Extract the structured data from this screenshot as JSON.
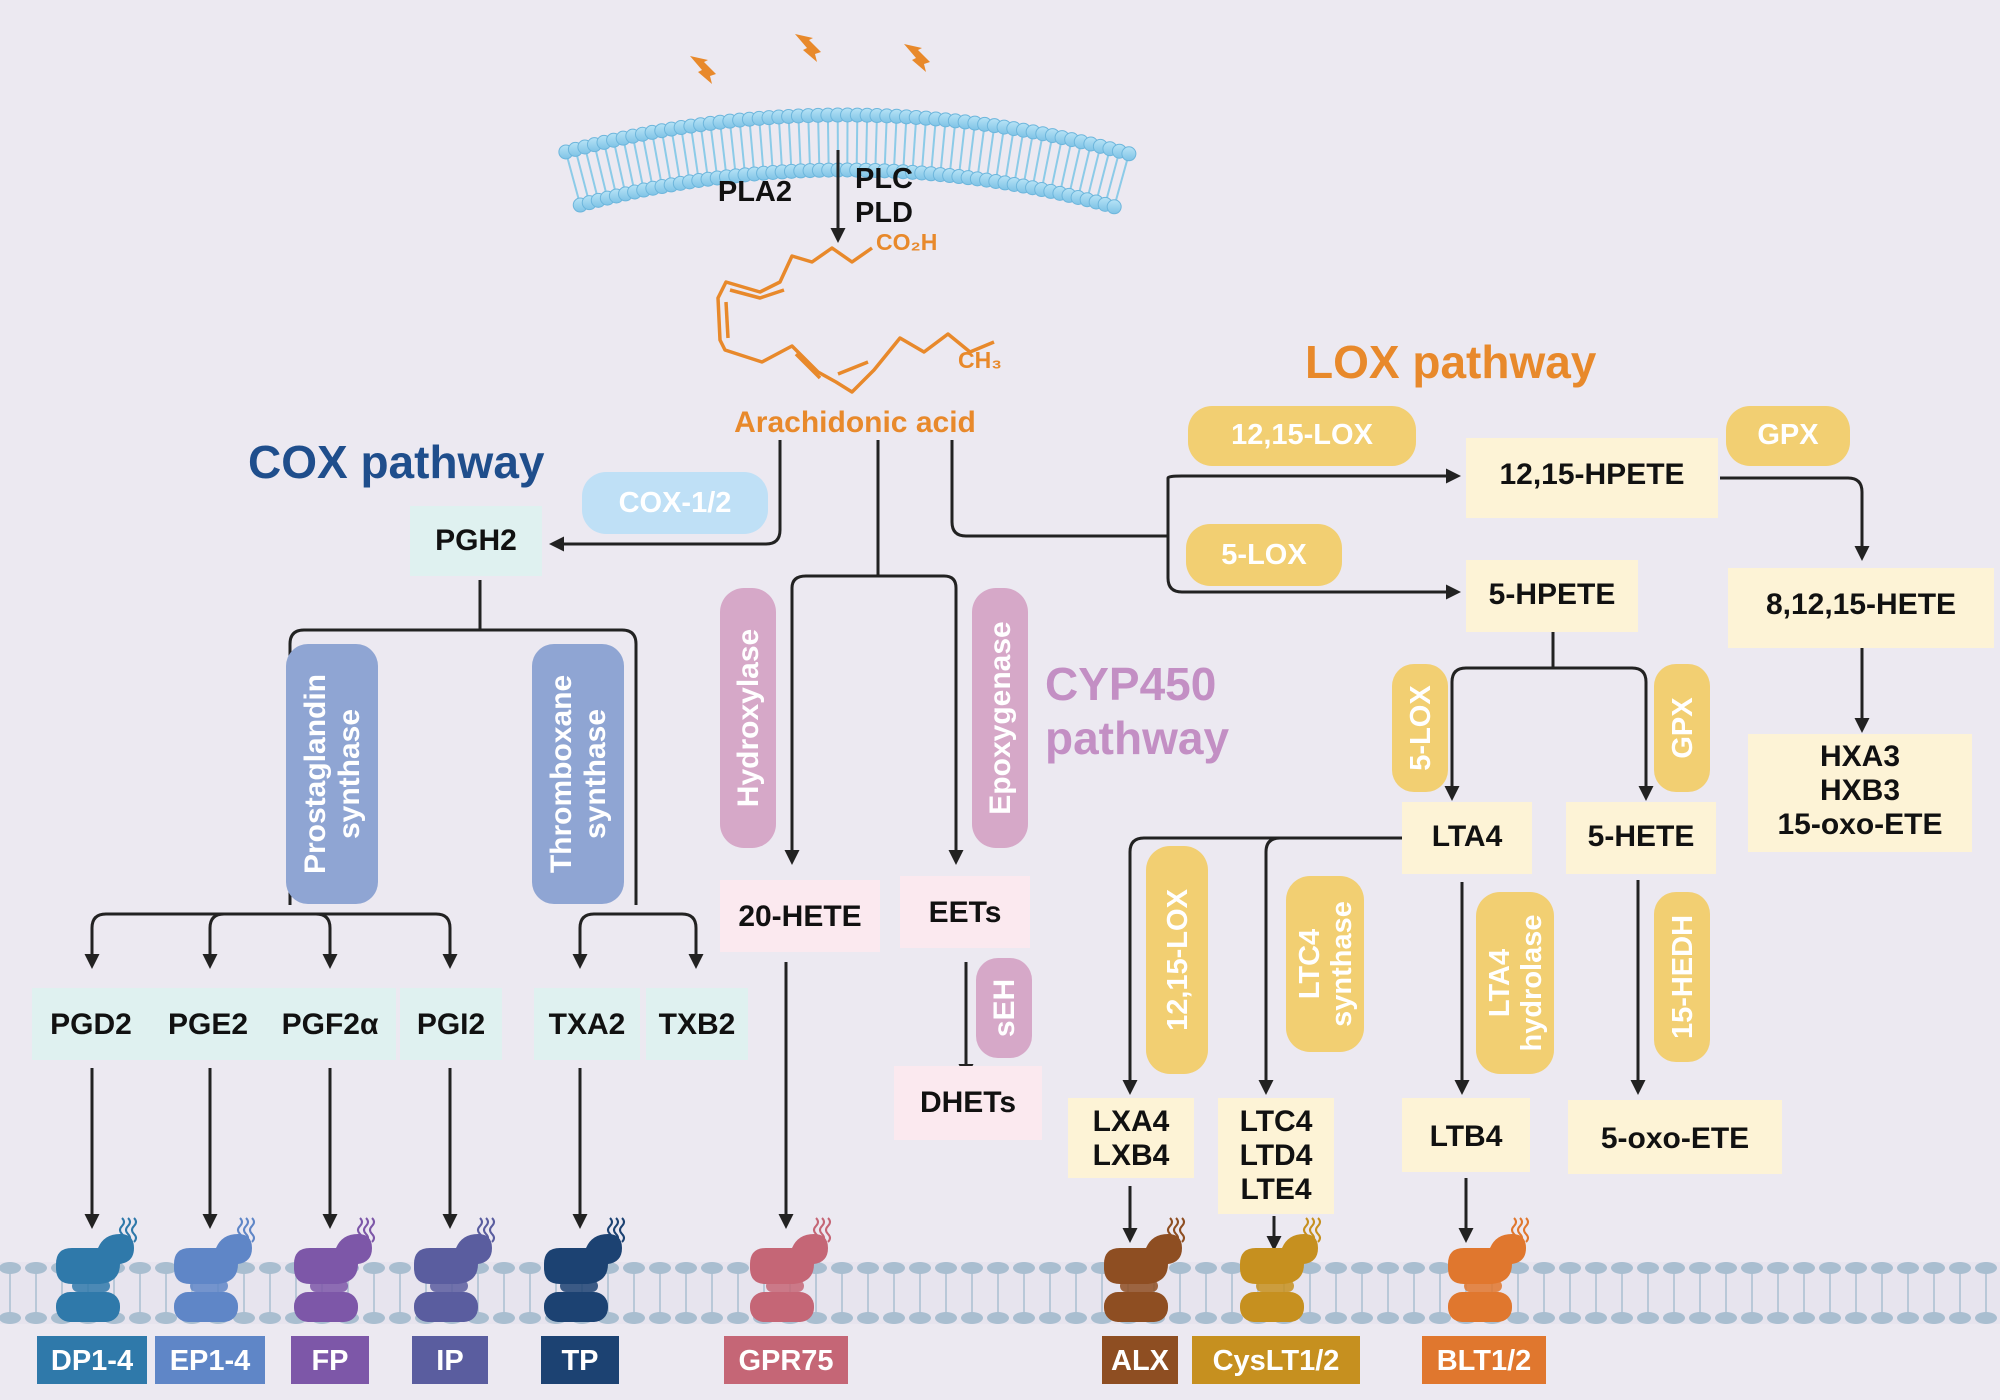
{
  "membrane": {
    "enzymes_left": "PLA2",
    "enzymes_right": [
      "PLC",
      "PLD"
    ]
  },
  "molecule": {
    "carboxyl": "CO₂H",
    "methyl": "CH₃",
    "name": "Arachidonic acid"
  },
  "pathways": {
    "cox": {
      "title": "COX pathway",
      "enzyme": "COX-1/2",
      "intermediate": "PGH2",
      "synthases": [
        "Prostaglandin synthase",
        "Thromboxane synthase"
      ],
      "products": [
        "PGD2",
        "PGE2",
        "PGF2α",
        "PGI2",
        "TXA2",
        "TXB2"
      ],
      "receptors": [
        "DP1-4",
        "EP1-4",
        "FP",
        "IP",
        "TP"
      ]
    },
    "cyp": {
      "title_line1": "CYP450",
      "title_line2": "pathway",
      "enzymes": [
        "Hydroxylase",
        "Epoxygenase",
        "sEH"
      ],
      "products": [
        "20-HETE",
        "EETs",
        "DHETs"
      ],
      "receptor": "GPR75"
    },
    "lox": {
      "title": "LOX pathway",
      "enzymes": [
        "12,15-LOX",
        "GPX",
        "5-LOX",
        "5-LOX",
        "GPX",
        "12,15-LOX",
        "LTC4 synthase",
        "LTA4 hydrolase",
        "15-HEDH"
      ],
      "products": {
        "hpete_12_15": "12,15-HPETE",
        "hete_8_12_15": "8,12,15-HETE",
        "hxa": [
          "HXA3",
          "HXB3",
          "15-oxo-ETE"
        ],
        "hpete_5": "5-HPETE",
        "lta4": "LTA4",
        "hete_5": "5-HETE",
        "lxa": [
          "LXA4",
          "LXB4"
        ],
        "ltc": [
          "LTC4",
          "LTD4",
          "LTE4"
        ],
        "ltb4": "LTB4",
        "oxo_ete_5": "5-oxo-ETE"
      },
      "receptors": [
        "ALX",
        "CysLT1/2",
        "BLT1/2"
      ]
    }
  },
  "colors": {
    "background": "#ece9f1",
    "cox_title": "#1f4e8c",
    "lox_title": "#e8892b",
    "cyp_title": "#c38fc4",
    "acid": "#e8892b",
    "membrane": "#9fd3ec",
    "cox_box": "#dff1f0",
    "cyp_box": "#fbe9ef",
    "lox_box": "#fdf3d6",
    "lox_enzyme": "#f2cf72",
    "cyp_enzyme": "#d6a8c8",
    "cox_enzyme": "#bfe0f6",
    "synthase": "#8fa5d3"
  },
  "receptor_colors": {
    "DP1-4": "#2f79aa",
    "EP1-4": "#5f86c7",
    "FP": "#7d57a8",
    "IP": "#5a5d9f",
    "TP": "#1c4272",
    "GPR75": "#c56676",
    "ALX": "#8e4e22",
    "CysLT1/2": "#c6901f",
    "BLT1/2": "#e0772e"
  }
}
